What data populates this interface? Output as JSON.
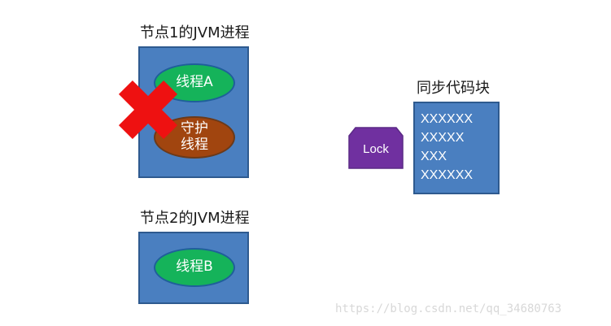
{
  "node1": {
    "title": "节点1的JVM进程",
    "thread_a": "线程A",
    "daemon_line1": "守护",
    "daemon_line2": "线程"
  },
  "node2": {
    "title": "节点2的JVM进程",
    "thread_b": "线程B"
  },
  "lock": {
    "label": "Lock"
  },
  "sync_block": {
    "title": "同步代码块",
    "lines": [
      "XXXXXX",
      "XXXXX",
      "XXX",
      "XXXXXX"
    ]
  },
  "watermark": "https://blog.csdn.net/qq_34680763",
  "colors": {
    "process_box": "#4a7fc0",
    "thread": "#15b35a",
    "daemon_thread": "#a1450f",
    "lock": "#7030a0",
    "cross": "#ee1111"
  }
}
